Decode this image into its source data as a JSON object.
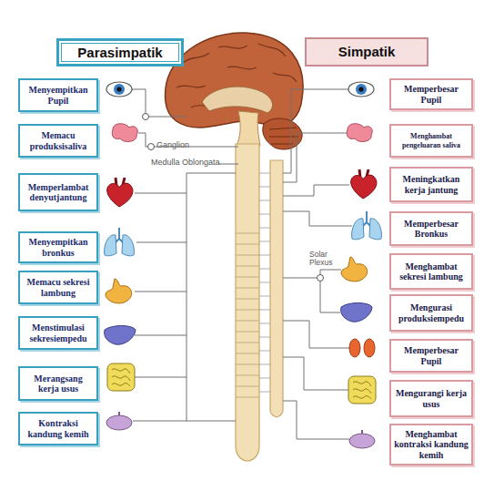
{
  "diagram": {
    "nodes": [
      {
        "text": [
          "Parasimpatik"
        ]
      },
      {
        "text": [
          "Simpatik"
        ]
      },
      {
        "text": [
          "Menyempitkan Pupil"
        ]
      },
      {
        "text": [
          "Memacu produksisaliva"
        ]
      },
      {
        "text": [
          "Memperlambat denyutjantung"
        ]
      },
      {
        "text": [
          "Menyempitkan bronkus"
        ]
      },
      {
        "text": [
          "Memacu sekresi lambung"
        ]
      },
      {
        "text": [
          "Menstimulasi sekresiempedu"
        ]
      },
      {
        "text": [
          "Merangsang kerja usus"
        ]
      },
      {
        "text": [
          "Kontraksi kandung kemih"
        ]
      },
      {
        "text": [
          "Memperbesar Pupil"
        ]
      },
      {
        "text": [
          "Menghambat pengeluaran saliva"
        ]
      },
      {
        "text": [
          "Meningkatkan kerja jantung"
        ]
      },
      {
        "text": [
          "Memperbesar Bronkus"
        ]
      },
      {
        "text": [
          "Menghambat sekresi lambung"
        ]
      },
      {
        "text": [
          "Mengurasi produksiempedu"
        ]
      },
      {
        "text": [
          "Memperbesar Pupil"
        ]
      },
      {
        "text": [
          "Mengurangi kerja usus"
        ]
      },
      {
        "text": [
          "Menghambat kontraksi kandung kemih"
        ]
      }
    ],
    "labels": [
      "Ganglion",
      "Medulla Oblongata",
      "Solar Plexus"
    ]
  }
}
